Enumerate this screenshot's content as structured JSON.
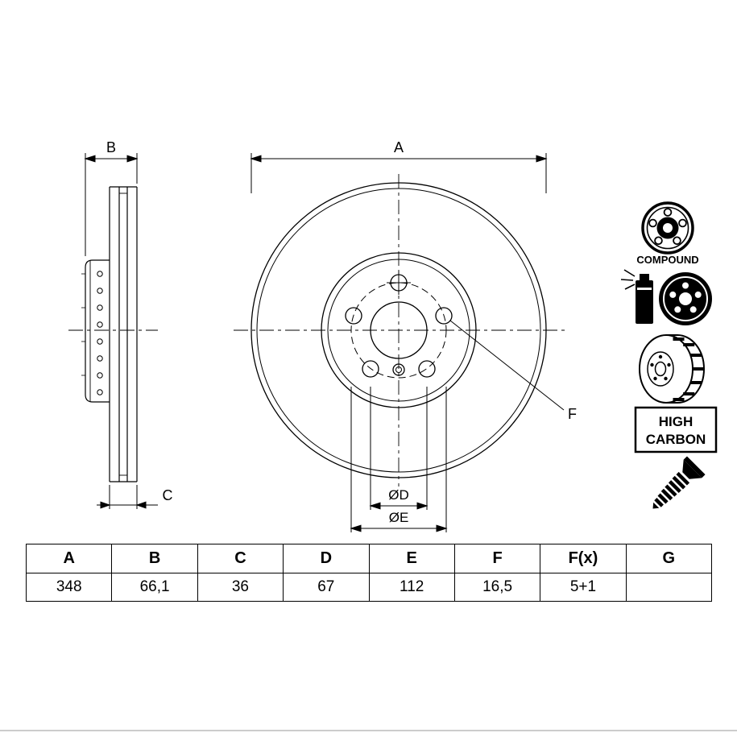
{
  "diagram": {
    "dim_a": "A",
    "dim_b": "B",
    "dim_c": "C",
    "dim_d": "ØD",
    "dim_e": "ØE",
    "dim_f": "F"
  },
  "icons": {
    "compound_label": "COMPOUND",
    "high_carbon_line1": "HIGH",
    "high_carbon_line2": "CARBON"
  },
  "table": {
    "headers": [
      "A",
      "B",
      "C",
      "D",
      "E",
      "F",
      "F(x)",
      "G"
    ],
    "values": [
      "348",
      "66,1",
      "36",
      "67",
      "112",
      "16,5",
      "5+1",
      ""
    ]
  },
  "colors": {
    "line": "#000000",
    "background": "#ffffff"
  }
}
